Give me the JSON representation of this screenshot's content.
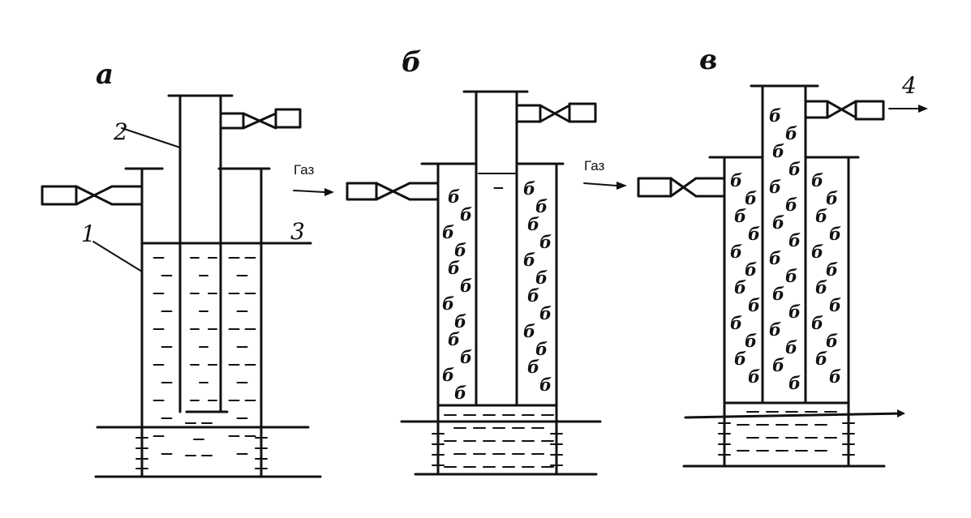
{
  "panels": [
    {
      "id": "a",
      "label": "a"
    },
    {
      "id": "b",
      "label": "б"
    },
    {
      "id": "c",
      "label": "в"
    }
  ],
  "callouts": {
    "n1": "1",
    "n2": "2",
    "n3": "3",
    "n4": "4"
  },
  "gas_arrows": [
    "Газ",
    "Газ"
  ],
  "bubble_symbol": "б"
}
